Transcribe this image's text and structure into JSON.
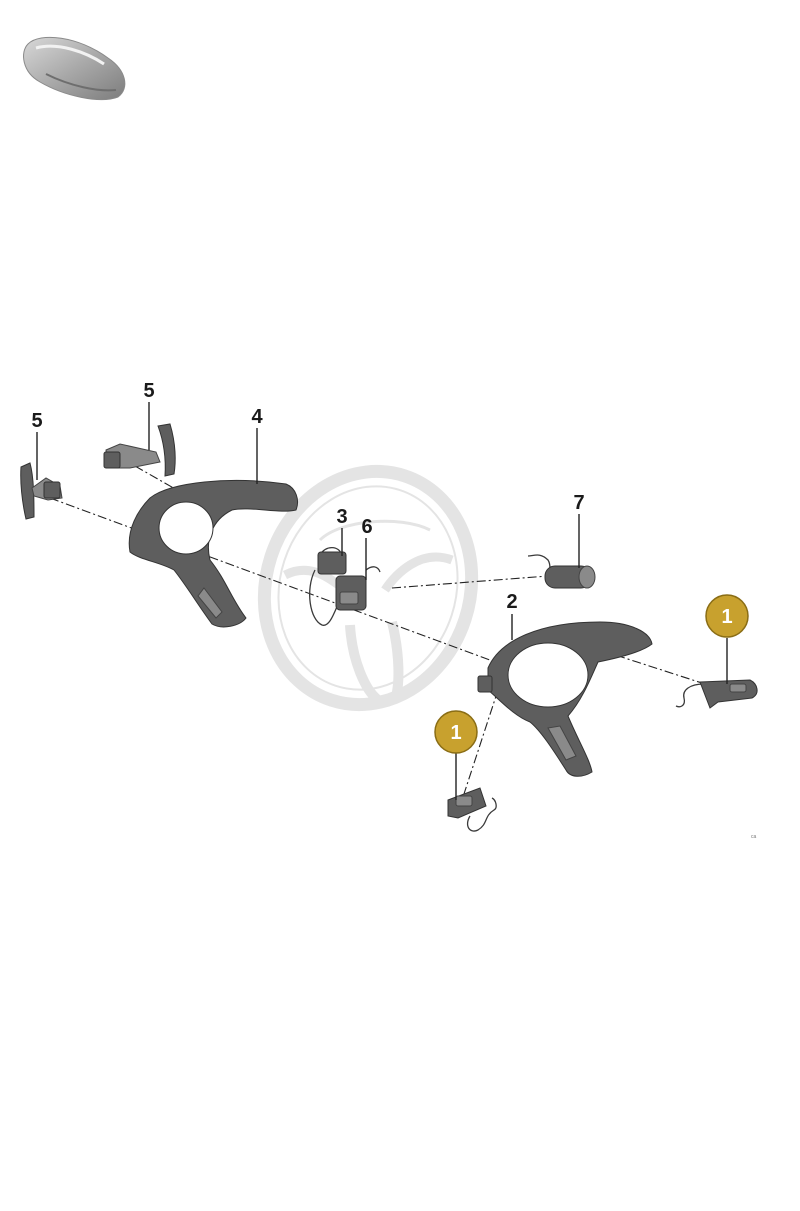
{
  "callouts": {
    "c5_left": "5",
    "c5_top": "5",
    "c4": "4",
    "c3": "3",
    "c6": "6",
    "c7": "7",
    "c2": "2",
    "c1_right": "1",
    "c1_low": "1"
  },
  "colors": {
    "badge": "#c8a12e",
    "part": "#5e5e5e",
    "wheel": "#e4e4e4"
  },
  "icons": {
    "car_thumbnail": "car-body-icon"
  },
  "corner_mark": "ca"
}
